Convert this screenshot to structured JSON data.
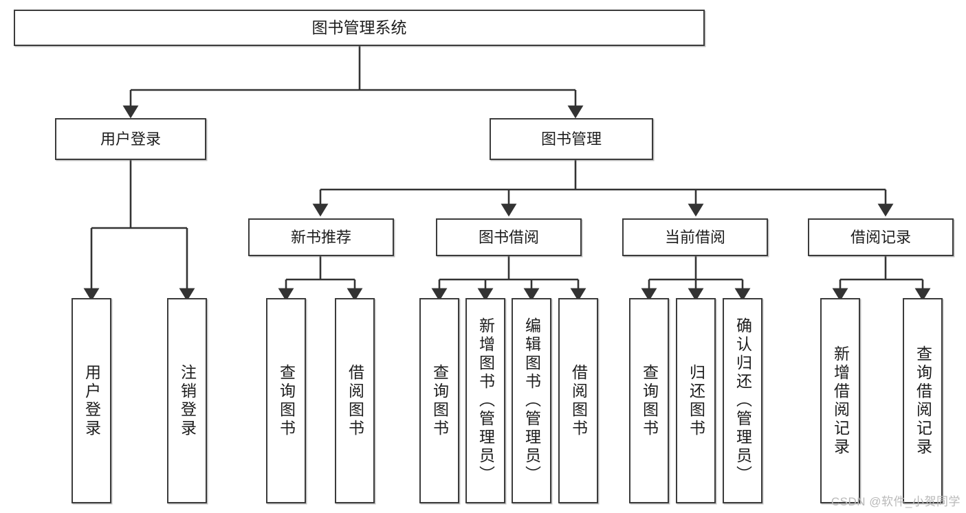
{
  "diagram": {
    "title": "图书管理系统",
    "type": "tree-hierarchy-diagram",
    "watermark": "CSDN @软件_小贺同学",
    "colors": {
      "box_border": "#3b3b3b",
      "box_fill": "#ffffff",
      "connector": "#333333",
      "text": "#1d1d1d",
      "watermark": "#b9b9b9"
    },
    "nodes": {
      "root": {
        "label": "图书管理系统"
      },
      "level2": [
        {
          "label": "用户登录"
        },
        {
          "label": "图书管理"
        }
      ],
      "level3": [
        {
          "label": "新书推荐"
        },
        {
          "label": "图书借阅"
        },
        {
          "label": "当前借阅"
        },
        {
          "label": "借阅记录"
        }
      ],
      "leaves": {
        "user_login": [
          {
            "label": "用户登录"
          },
          {
            "label": "注销登录"
          }
        ],
        "new_book": [
          {
            "label": "查询图书"
          },
          {
            "label": "借阅图书"
          }
        ],
        "book_borrow": [
          {
            "label": "查询图书"
          },
          {
            "label": "新增图书（管理员）"
          },
          {
            "label": "编辑图书（管理员）"
          },
          {
            "label": "借阅图书"
          }
        ],
        "current_borrow": [
          {
            "label": "查询图书"
          },
          {
            "label": "归还图书"
          },
          {
            "label": "确认归还（管理员）"
          }
        ],
        "borrow_record": [
          {
            "label": "新增借阅记录"
          },
          {
            "label": "查询借阅记录"
          }
        ]
      }
    }
  }
}
